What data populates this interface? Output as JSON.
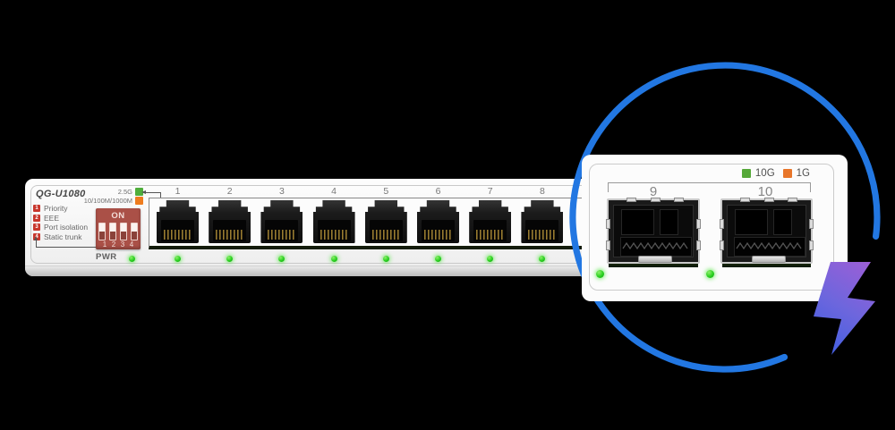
{
  "scene": {
    "background": "#000000"
  },
  "device": {
    "model": "QG-U1080",
    "feature_legend": [
      {
        "num": "1",
        "label": "Priority"
      },
      {
        "num": "2",
        "label": "EEE"
      },
      {
        "num": "3",
        "label": "Port isolation"
      },
      {
        "num": "4",
        "label": "Static trunk"
      }
    ],
    "speed_legend": [
      {
        "label": "2.5G",
        "color": "#4fae3b"
      },
      {
        "label": "10/100M/1000M",
        "color": "#ee7c1e"
      }
    ],
    "dip_switch": {
      "title": "ON",
      "positions": [
        "1",
        "2",
        "3",
        "4"
      ]
    },
    "power_label": "PWR",
    "rj45_ports": [
      {
        "label": "1",
        "led": "green"
      },
      {
        "label": "2",
        "led": "green"
      },
      {
        "label": "3",
        "led": "green"
      },
      {
        "label": "4",
        "led": "green"
      },
      {
        "label": "5",
        "led": "green"
      },
      {
        "label": "6",
        "led": "green"
      },
      {
        "label": "7",
        "led": "green"
      },
      {
        "label": "8",
        "led": "green"
      }
    ]
  },
  "zoom_callout": {
    "speed_legend": [
      {
        "label": "10G",
        "color": "#56a839"
      },
      {
        "label": "1G",
        "color": "#e8762a"
      }
    ],
    "sfp_ports": [
      {
        "label": "9",
        "led": "green"
      },
      {
        "label": "10",
        "led": "green"
      }
    ],
    "ring_color": "#2277e2",
    "bolt_gradient": [
      "#3b5ee2",
      "#6d66dd",
      "#9f5ed6"
    ]
  },
  "colors": {
    "led_green": "#27cf1f",
    "pcb_green": "#47842a",
    "dip_block_red": "#aa5047",
    "legend_red": "#c8372d"
  }
}
